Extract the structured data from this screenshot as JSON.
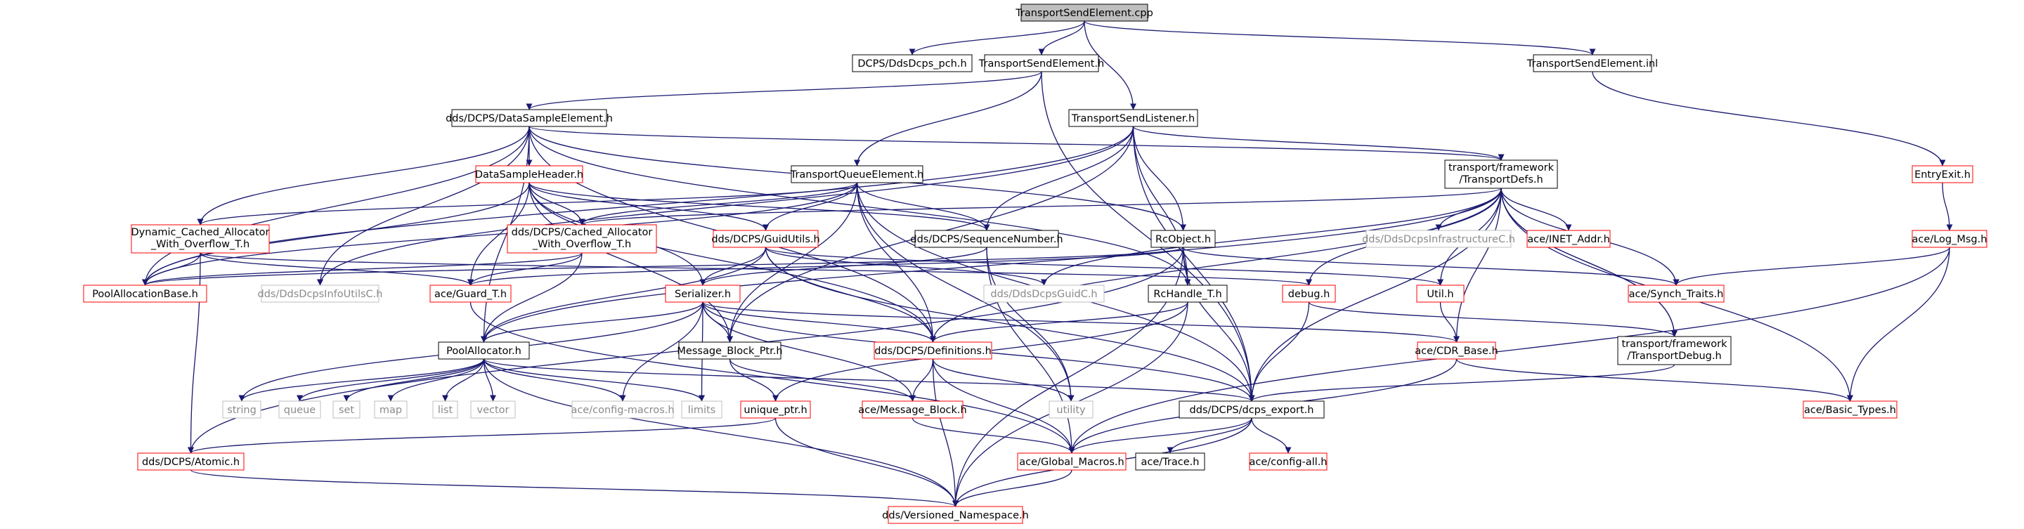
{
  "root_color": "#bfbfbf",
  "documented_color": "#000000",
  "truncated_color": "#ff0000",
  "external_color": "#bfbfbf",
  "edge_color": "#191970",
  "nodes": {
    "cpp": "TransportSendElement.cpp",
    "pch": "DCPS/DdsDcps_pch.h",
    "tse_h": "TransportSendElement.h",
    "tse_inl": "TransportSendElement.inl",
    "dse": "dds/DCPS/DataSampleElement.h",
    "tsl": "TransportSendListener.h",
    "tqe": "TransportQueueElement.h",
    "tdefs": [
      "transport/framework",
      "/TransportDefs.h"
    ],
    "entry": "EntryExit.h",
    "dsh": "DataSampleHeader.h",
    "dcao": [
      "Dynamic_Cached_Allocator",
      "_With_Overflow_T.h"
    ],
    "cao": [
      "dds/DCPS/Cached_Allocator",
      "_With_Overflow_T.h"
    ],
    "guid": "dds/DCPS/GuidUtils.h",
    "seqnum": "dds/DCPS/SequenceNumber.h",
    "rcobj": "RcObject.h",
    "infra": "dds/DdsDcpsInfrastructureC.h",
    "inet": "ace/INET_Addr.h",
    "logmsg": "ace/Log_Msg.h",
    "pab": "PoolAllocationBase.h",
    "infoutils": "dds/DdsDcpsInfoUtilsC.h",
    "guard": "ace/Guard_T.h",
    "serializer": "Serializer.h",
    "guidc": "dds/DdsDcpsGuidC.h",
    "rchandle": "RcHandle_T.h",
    "debug": "debug.h",
    "util": "Util.h",
    "synch": "ace/Synch_Traits.h",
    "poolalloc": "PoolAllocator.h",
    "mbp": "Message_Block_Ptr.h",
    "defs": "dds/DCPS/Definitions.h",
    "cdr": "ace/CDR_Base.h",
    "tdebug": [
      "transport/framework",
      "/TransportDebug.h"
    ],
    "string": "string",
    "queue": "queue",
    "set": "set",
    "map": "map",
    "list": "list",
    "vector": "vector",
    "cfgmacros": "ace/config-macros.h",
    "limits": "limits",
    "uniqptr": "unique_ptr.h",
    "msgblock": "ace/Message_Block.h",
    "utility": "utility",
    "export": "dds/DCPS/dcps_export.h",
    "basic": "ace/Basic_Types.h",
    "atomic": "dds/DCPS/Atomic.h",
    "globalmac": "ace/Global_Macros.h",
    "trace": "ace/Trace.h",
    "cfgall": "ace/config-all.h",
    "versioned": "dds/Versioned_Namespace.h"
  }
}
